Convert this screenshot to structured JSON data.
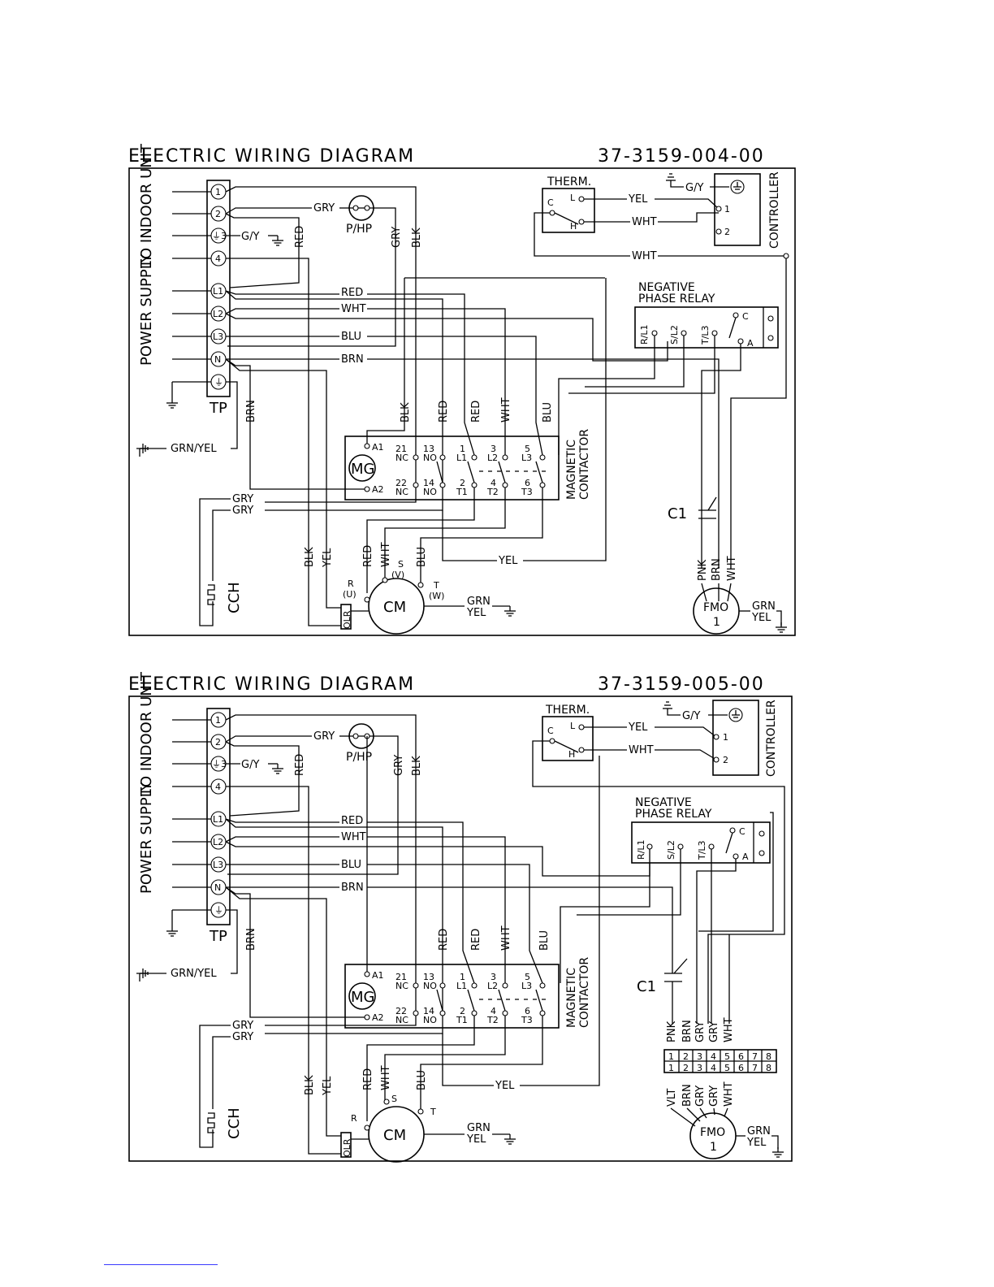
{
  "diagrams": [
    {
      "title": "ELECTRIC WIRING DIAGRAM",
      "code": "37-3159-004-00",
      "variant": "a"
    },
    {
      "title": "ELECTRIC WIRING DIAGRAM",
      "code": "37-3159-005-00",
      "variant": "b"
    }
  ],
  "labels": {
    "indoor_unit": "TO INDOOR UNIT",
    "power_supply": "POWER SUPPLY",
    "tp": "TP",
    "therm": "THERM.",
    "controller": "CONTROLLER",
    "relay": [
      "NEGATIVE",
      "PHASE RELAY"
    ],
    "magnetic_contactor": [
      "MAGNETIC",
      "CONTACTOR"
    ],
    "p_hp": "P/HP",
    "mg": "MG",
    "cm": "CM",
    "cch": "CCH",
    "olr": "OLR",
    "c1": "C1",
    "fmo": [
      "FMO",
      "1"
    ],
    "terminals": [
      "1",
      "2",
      "⏚3",
      "4",
      "L1",
      "L2",
      "L3",
      "N",
      "⏚"
    ],
    "relay_terms": [
      "R/L1",
      "S/L2",
      "T/L3",
      "C",
      "A"
    ],
    "therm_terms": [
      "C",
      "L",
      "H"
    ],
    "ctrl_terms": [
      "1",
      "2"
    ],
    "contactor_top": [
      [
        "A1",
        ""
      ],
      [
        "21",
        "NC"
      ],
      [
        "13",
        "NO"
      ],
      [
        "1",
        "L1"
      ],
      [
        "3",
        "L2"
      ],
      [
        "5",
        "L3"
      ]
    ],
    "contactor_bottom": [
      [
        "A2",
        ""
      ],
      [
        "22",
        "NC"
      ],
      [
        "14",
        "NO"
      ],
      [
        "2",
        "T1"
      ],
      [
        "4",
        "T2"
      ],
      [
        "6",
        "T3"
      ]
    ],
    "motor_terms_a": [
      "R",
      "(U)",
      "S",
      "(V)",
      "T",
      "(W)"
    ],
    "motor_terms_b": [
      "R",
      "S",
      "T"
    ],
    "connector_rows": [
      [
        "1",
        "2",
        "3",
        "4",
        "5",
        "6",
        "7",
        "8"
      ],
      [
        "1",
        "2",
        "3",
        "4",
        "5",
        "6",
        "7",
        "8"
      ]
    ]
  },
  "wires": {
    "gry": "GRY",
    "g_y": "G/Y",
    "red": "RED",
    "wht": "WHT",
    "blu": "BLU",
    "brn": "BRN",
    "blk": "BLK",
    "yel": "YEL",
    "grn": "GRN",
    "pnk": "PNK",
    "vlt": "VLT",
    "grn_yel": "GRN/YEL"
  }
}
